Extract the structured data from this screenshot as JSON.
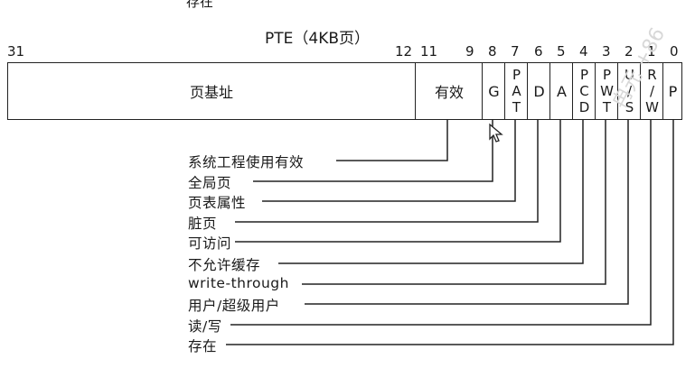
{
  "cut_top_text": "存在",
  "title": "PTE（4KB页）",
  "bit_numbers": [
    "31",
    "12",
    "11",
    "9",
    "8",
    "7",
    "6",
    "5",
    "4",
    "3",
    "2",
    "1",
    "0"
  ],
  "fields": {
    "base": "页基址",
    "avail": "有效",
    "g": "G",
    "pat": [
      "P",
      "A",
      "T"
    ],
    "d": "D",
    "a": "A",
    "pcd": [
      "P",
      "C",
      "D"
    ],
    "pwt": [
      "P",
      "W",
      "T"
    ],
    "us": [
      "U",
      "/",
      "S"
    ],
    "rw": [
      "R",
      "/",
      "W"
    ],
    "p": "P"
  },
  "labels": [
    "系统工程使用有效",
    "全局页",
    "页表属性",
    "脏页",
    "可访问",
    "不允许缓存",
    "write-through",
    "用户/超级用户",
    "读/写",
    "存在"
  ],
  "watermark": "冉元 +86"
}
